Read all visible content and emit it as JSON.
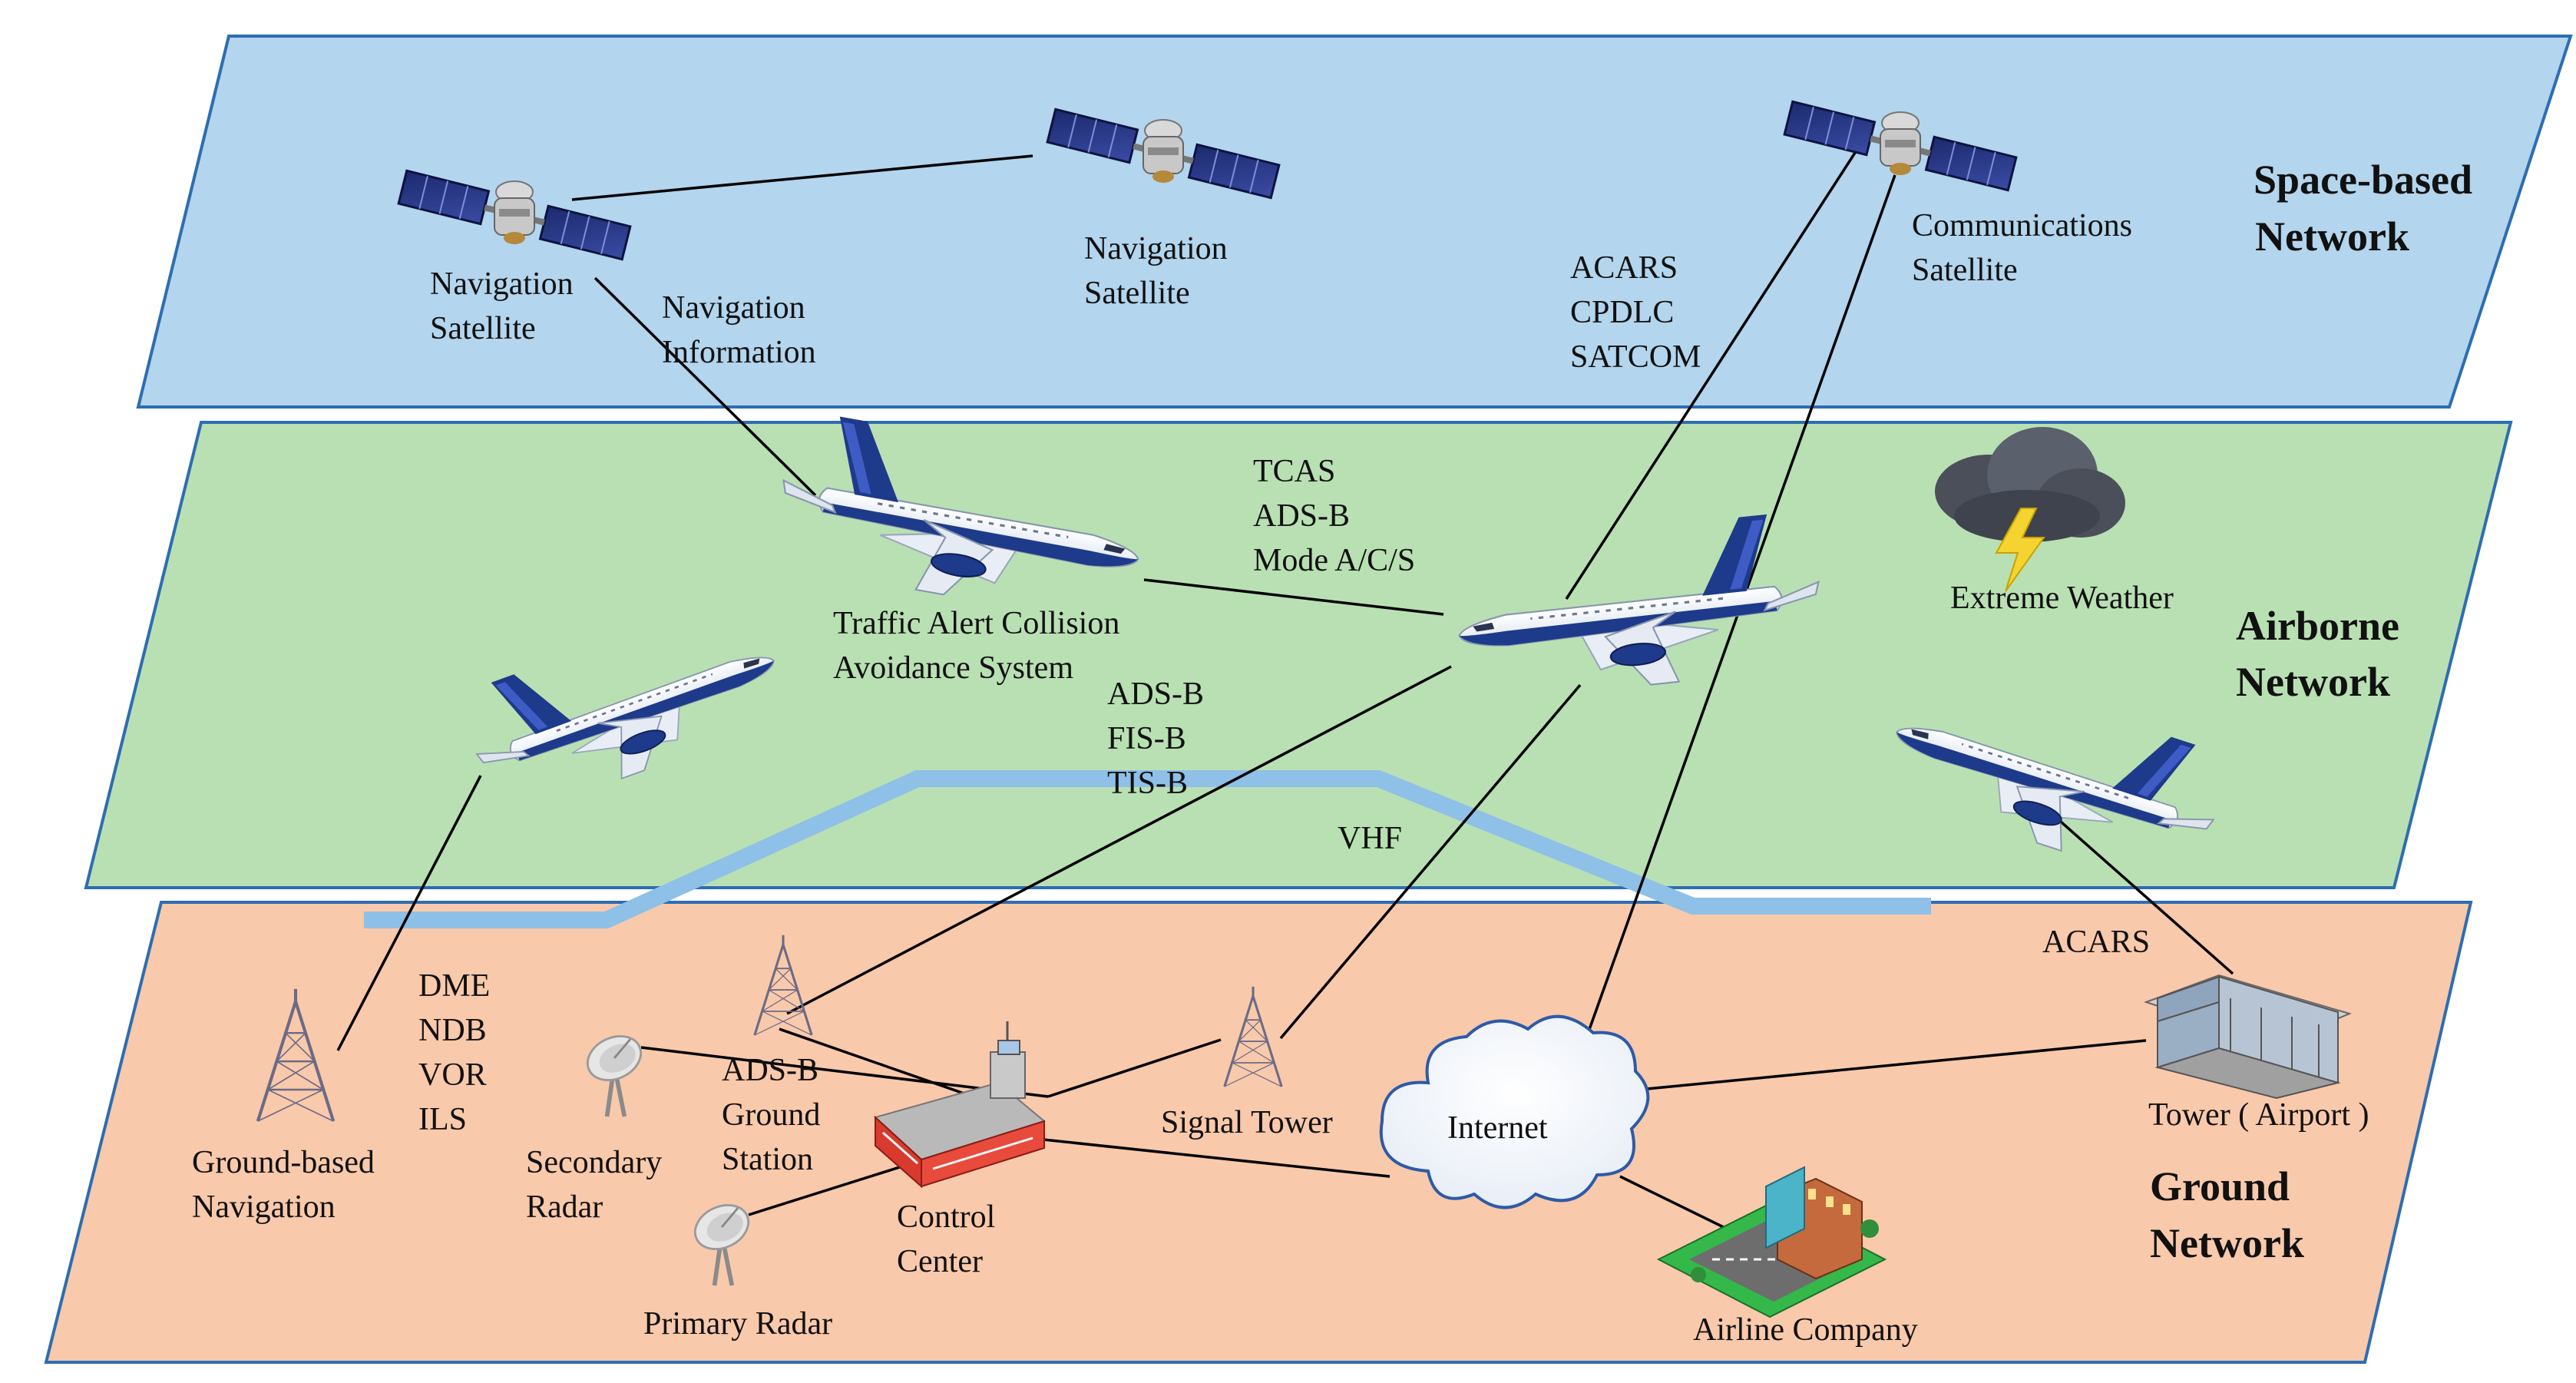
{
  "layers": {
    "space": {
      "title_line1": "Space-based",
      "title_line2": "Network",
      "fill": "#b3d5ee",
      "stroke": "#2d6db3"
    },
    "airborne": {
      "title_line1": "Airborne",
      "title_line2": "Network",
      "fill": "#b9e0b3",
      "stroke": "#2d6db3"
    },
    "ground": {
      "title_line1": "Ground",
      "title_line2": "Network",
      "fill": "#f9c9ab",
      "stroke": "#2d6db3"
    }
  },
  "space": {
    "nav_sat_left": {
      "line1": "Navigation",
      "line2": "Satellite"
    },
    "nav_sat_mid": {
      "line1": "Navigation",
      "line2": "Satellite"
    },
    "comm_sat": {
      "line1": "Communications",
      "line2": "Satellite"
    },
    "nav_info": {
      "line1": "Navigation",
      "line2": "Information"
    },
    "links": {
      "line1": "ACARS",
      "line2": "CPDLC",
      "line3": "SATCOM"
    }
  },
  "airborne": {
    "tcas_links": {
      "line1": "TCAS",
      "line2": "ADS-B",
      "line3": "Mode A/C/S"
    },
    "tcas_label": {
      "line1": "Traffic Alert Collision",
      "line2": "Avoidance System"
    },
    "adsb_links": {
      "line1": "ADS-B",
      "line2": "FIS-B",
      "line3": "TIS-B"
    },
    "vhf": "VHF",
    "weather": "Extreme Weather"
  },
  "ground": {
    "nav_links": {
      "line1": "DME",
      "line2": "NDB",
      "line3": "VOR",
      "line4": "ILS"
    },
    "ground_nav": {
      "line1": "Ground-based",
      "line2": "Navigation"
    },
    "secondary_radar": {
      "line1": "Secondary",
      "line2": "Radar"
    },
    "adsb_station": {
      "line1": "ADS-B",
      "line2": "Ground",
      "line3": "Station"
    },
    "control_center": {
      "line1": "Control",
      "line2": "Center"
    },
    "primary_radar": "Primary Radar",
    "signal_tower": "Signal Tower",
    "internet": "Internet",
    "acars": "ACARS",
    "airport_tower": "Tower ( Airport )",
    "airline": "Airline Company"
  },
  "colors": {
    "vhf_band": "#8ec0e8",
    "link_line": "#000000",
    "aircraft_tail": "#1e3a8a"
  }
}
